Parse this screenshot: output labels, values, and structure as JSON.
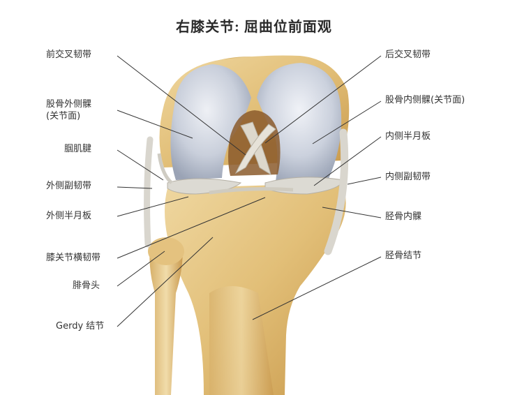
{
  "title": "右膝关节: 屈曲位前面观",
  "labels": {
    "left": [
      "前交叉韧带",
      "股骨外侧髁",
      "(关节面)",
      "腘肌腱",
      "外侧副韧带",
      "外侧半月板",
      "膝关节横韧带",
      "腓骨头",
      "Gerdy 结节"
    ],
    "right": [
      "后交叉韧带",
      "股骨内侧髁(关节面)",
      "内侧半月板",
      "内侧副韧带",
      "胫骨内髁",
      "胫骨结节"
    ]
  },
  "colors": {
    "cartilage": "#c9d0dc",
    "bone": "#e3c483",
    "ligament": "#d9d7cf",
    "leader_line": "#333333"
  }
}
